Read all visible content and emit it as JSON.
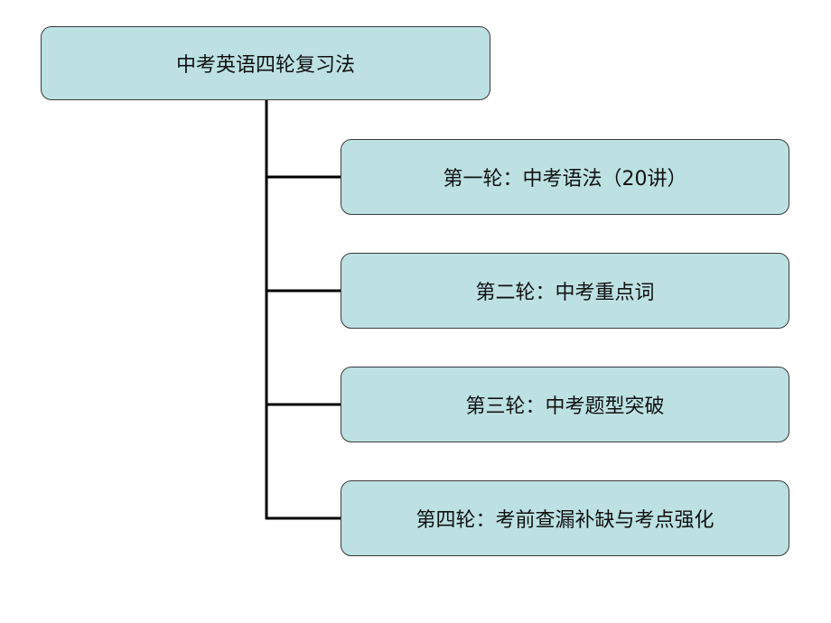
{
  "diagram": {
    "root": {
      "label": "中考英语四轮复习法"
    },
    "children": [
      {
        "label": "第一轮：中考语法（20讲）"
      },
      {
        "label": "第二轮：中考重点词"
      },
      {
        "label": "第三轮：中考题型突破"
      },
      {
        "label": "第四轮：考前查漏补缺与考点强化"
      }
    ],
    "colors": {
      "box_fill": "#bde1e3",
      "box_border": "#3a3a3a",
      "connector": "#000000"
    }
  }
}
